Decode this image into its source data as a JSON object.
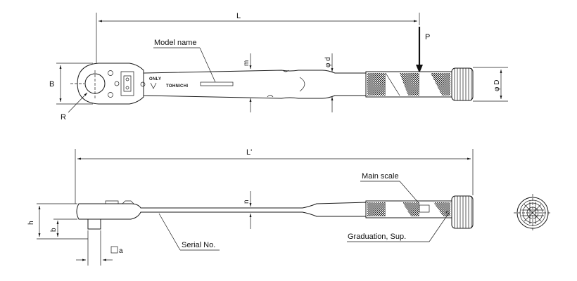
{
  "top_view": {
    "dim_L": "L",
    "dim_B": "B",
    "dim_R": "R",
    "dim_m": "m",
    "dim_phi_d": "φ d",
    "dim_phi_D": "φ D",
    "force_P": "P",
    "model_name_label": "Model name",
    "brand_only": "ONLY",
    "brand_name": "TOHNICHI"
  },
  "side_view": {
    "dim_L_prime": "L'",
    "dim_h": "h",
    "dim_b": "b",
    "dim_n": "n",
    "dim_a": "a",
    "main_scale_label": "Main scale",
    "serial_no_label": "Serial No.",
    "graduation_label": "Graduation, Sup."
  }
}
